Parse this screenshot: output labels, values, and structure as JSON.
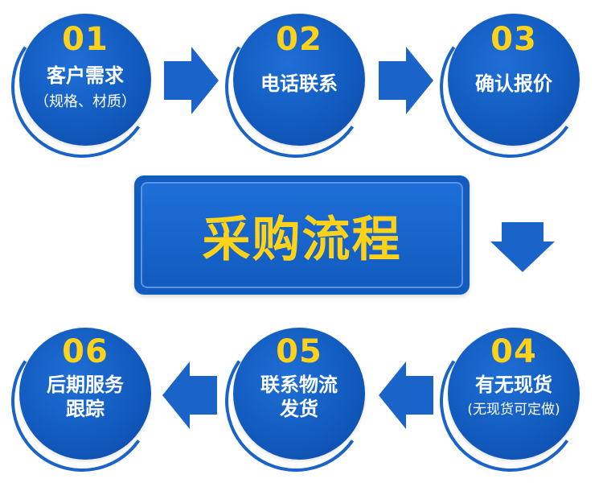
{
  "title": "采购流程",
  "colors": {
    "circle_fill": "#125bbf",
    "number": "#ffd21a",
    "title_text": "#ffd21a",
    "arrow": "#1a63c8",
    "text": "#ffffff"
  },
  "steps": [
    {
      "number": "01",
      "label": "客户需求",
      "sub": "（规格、材质）"
    },
    {
      "number": "02",
      "label": "电话联系"
    },
    {
      "number": "03",
      "label": "确认报价"
    },
    {
      "number": "04",
      "label": "有无现货",
      "sub": "(无现货可定做)"
    },
    {
      "number": "05",
      "label": "联系物流",
      "label2": "发货"
    },
    {
      "number": "06",
      "label": "后期服务",
      "label2": "跟踪"
    }
  ],
  "arrows": [
    {
      "icon": "arrow-right-icon"
    },
    {
      "icon": "arrow-right-icon"
    },
    {
      "icon": "arrow-down-icon"
    },
    {
      "icon": "arrow-left-icon"
    },
    {
      "icon": "arrow-left-icon"
    }
  ]
}
